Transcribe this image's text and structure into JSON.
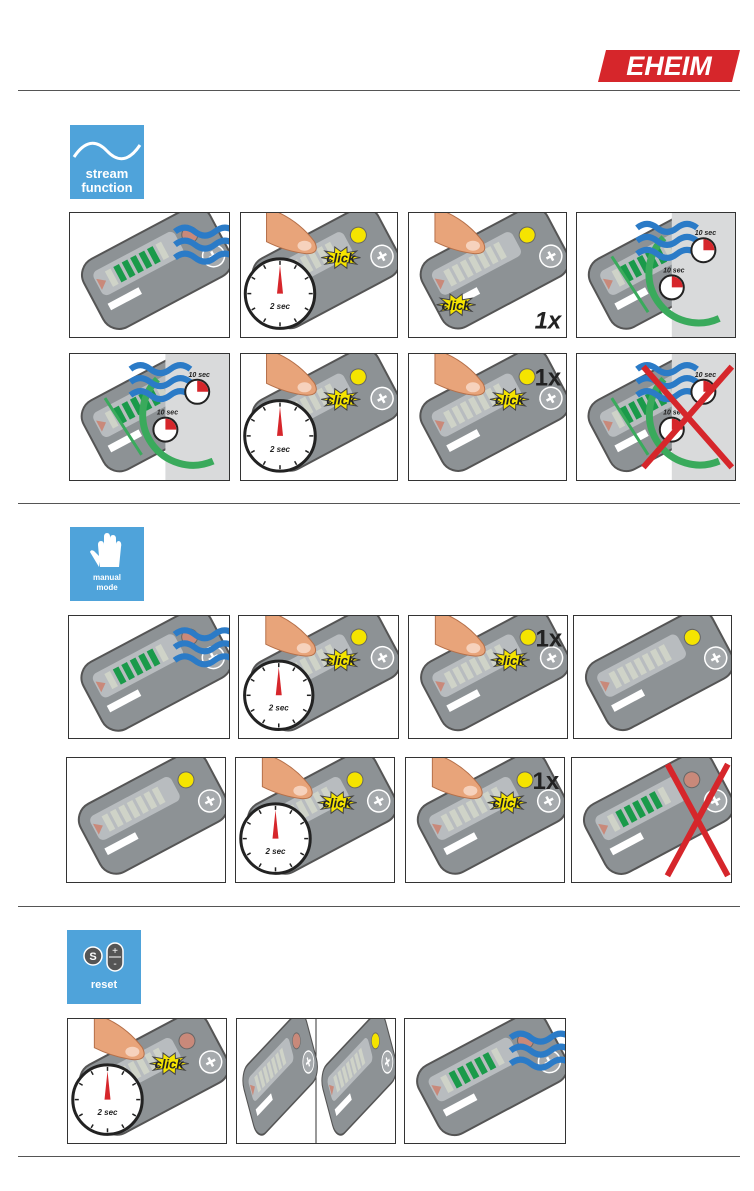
{
  "brand": {
    "logo_text": "EHEIM",
    "color": "#d6262b"
  },
  "sections": {
    "stream": {
      "icon_line1": "stream",
      "icon_line2": "function"
    },
    "manual": {
      "icon_line1": "manual",
      "icon_line2": "mode"
    },
    "reset": {
      "icon_label": "reset",
      "s_label": "S",
      "plus_label": "+",
      "minus_label": "-"
    }
  },
  "labels": {
    "click": "click",
    "timer_2s": "2 sec",
    "timer_10s": "10 sec",
    "once": "1x"
  },
  "colors": {
    "accent_blue": "#4fa3da",
    "wave_blue": "#2b7bc7",
    "click_yellow": "#f5e400",
    "cross_red": "#d6262b",
    "led_green": "#1a9a4a"
  }
}
